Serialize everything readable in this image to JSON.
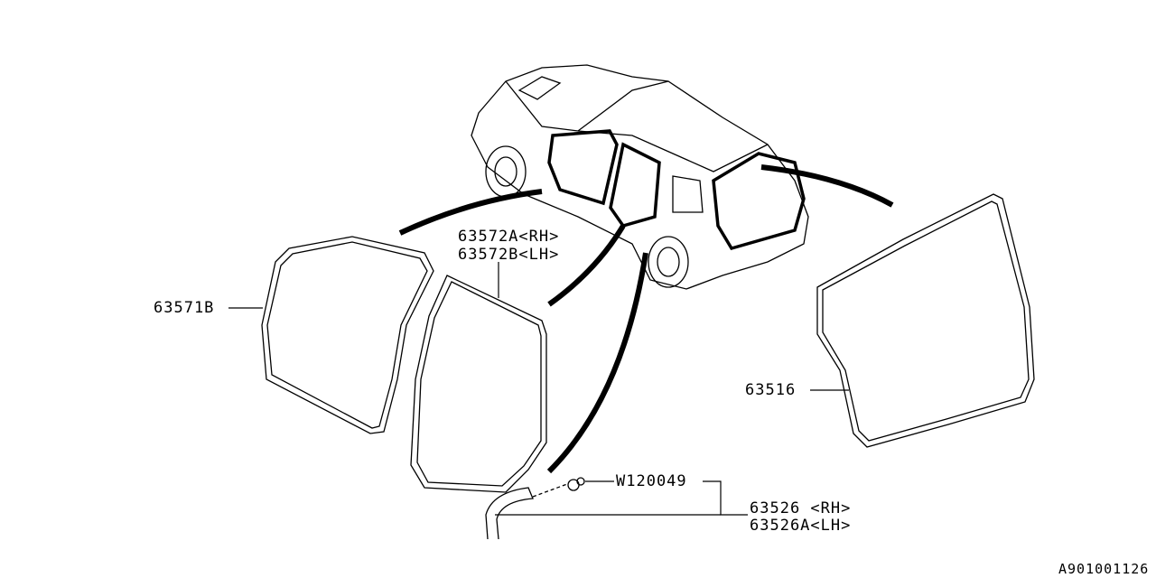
{
  "labels": {
    "door_weatherstrip_rear": "63572A<RH>",
    "door_weatherstrip_rear_lh": "63572B<LH>",
    "door_weatherstrip_front": "63571B",
    "rear_gate_weatherstrip": "63516",
    "clip": "W120049",
    "drip_seal_rh": "63526 <RH>",
    "drip_seal_lh": "63526A<LH>",
    "diagram_id": "A901001126"
  }
}
